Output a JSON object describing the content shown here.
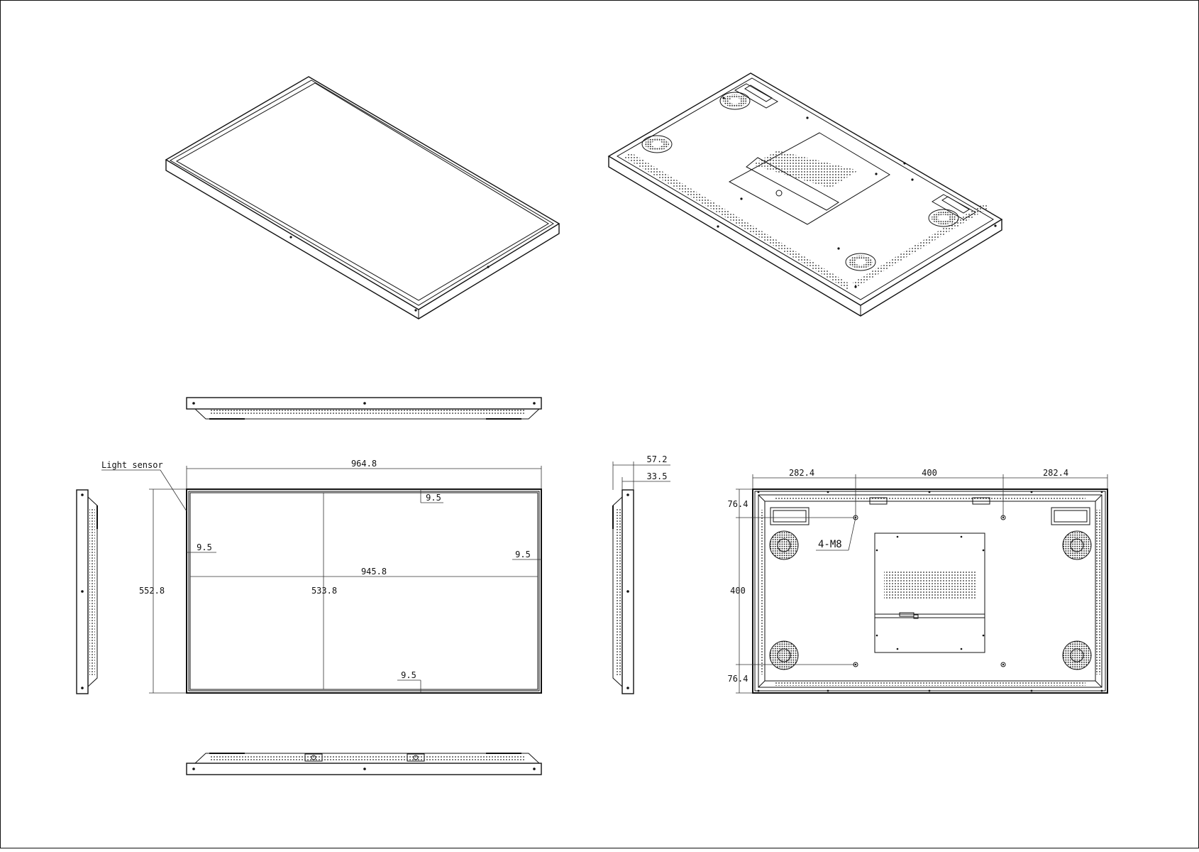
{
  "drawing": {
    "labels": {
      "light_sensor": "Light sensor",
      "front_width": "964.8",
      "active_width": "945.8",
      "front_height": "552.8",
      "active_height": "533.8",
      "bezel_top": "9.5",
      "bezel_left": "9.5",
      "bezel_right": "9.5",
      "bezel_bottom": "9.5",
      "depth_total": "57.2",
      "depth_body": "33.5",
      "rear_left_offset": "282.4",
      "rear_vesa_width": "400",
      "rear_right_offset": "282.4",
      "rear_top_offset": "76.4",
      "rear_vesa_height": "400",
      "rear_bottom_offset": "76.4",
      "mount_holes": "4-M8"
    }
  }
}
